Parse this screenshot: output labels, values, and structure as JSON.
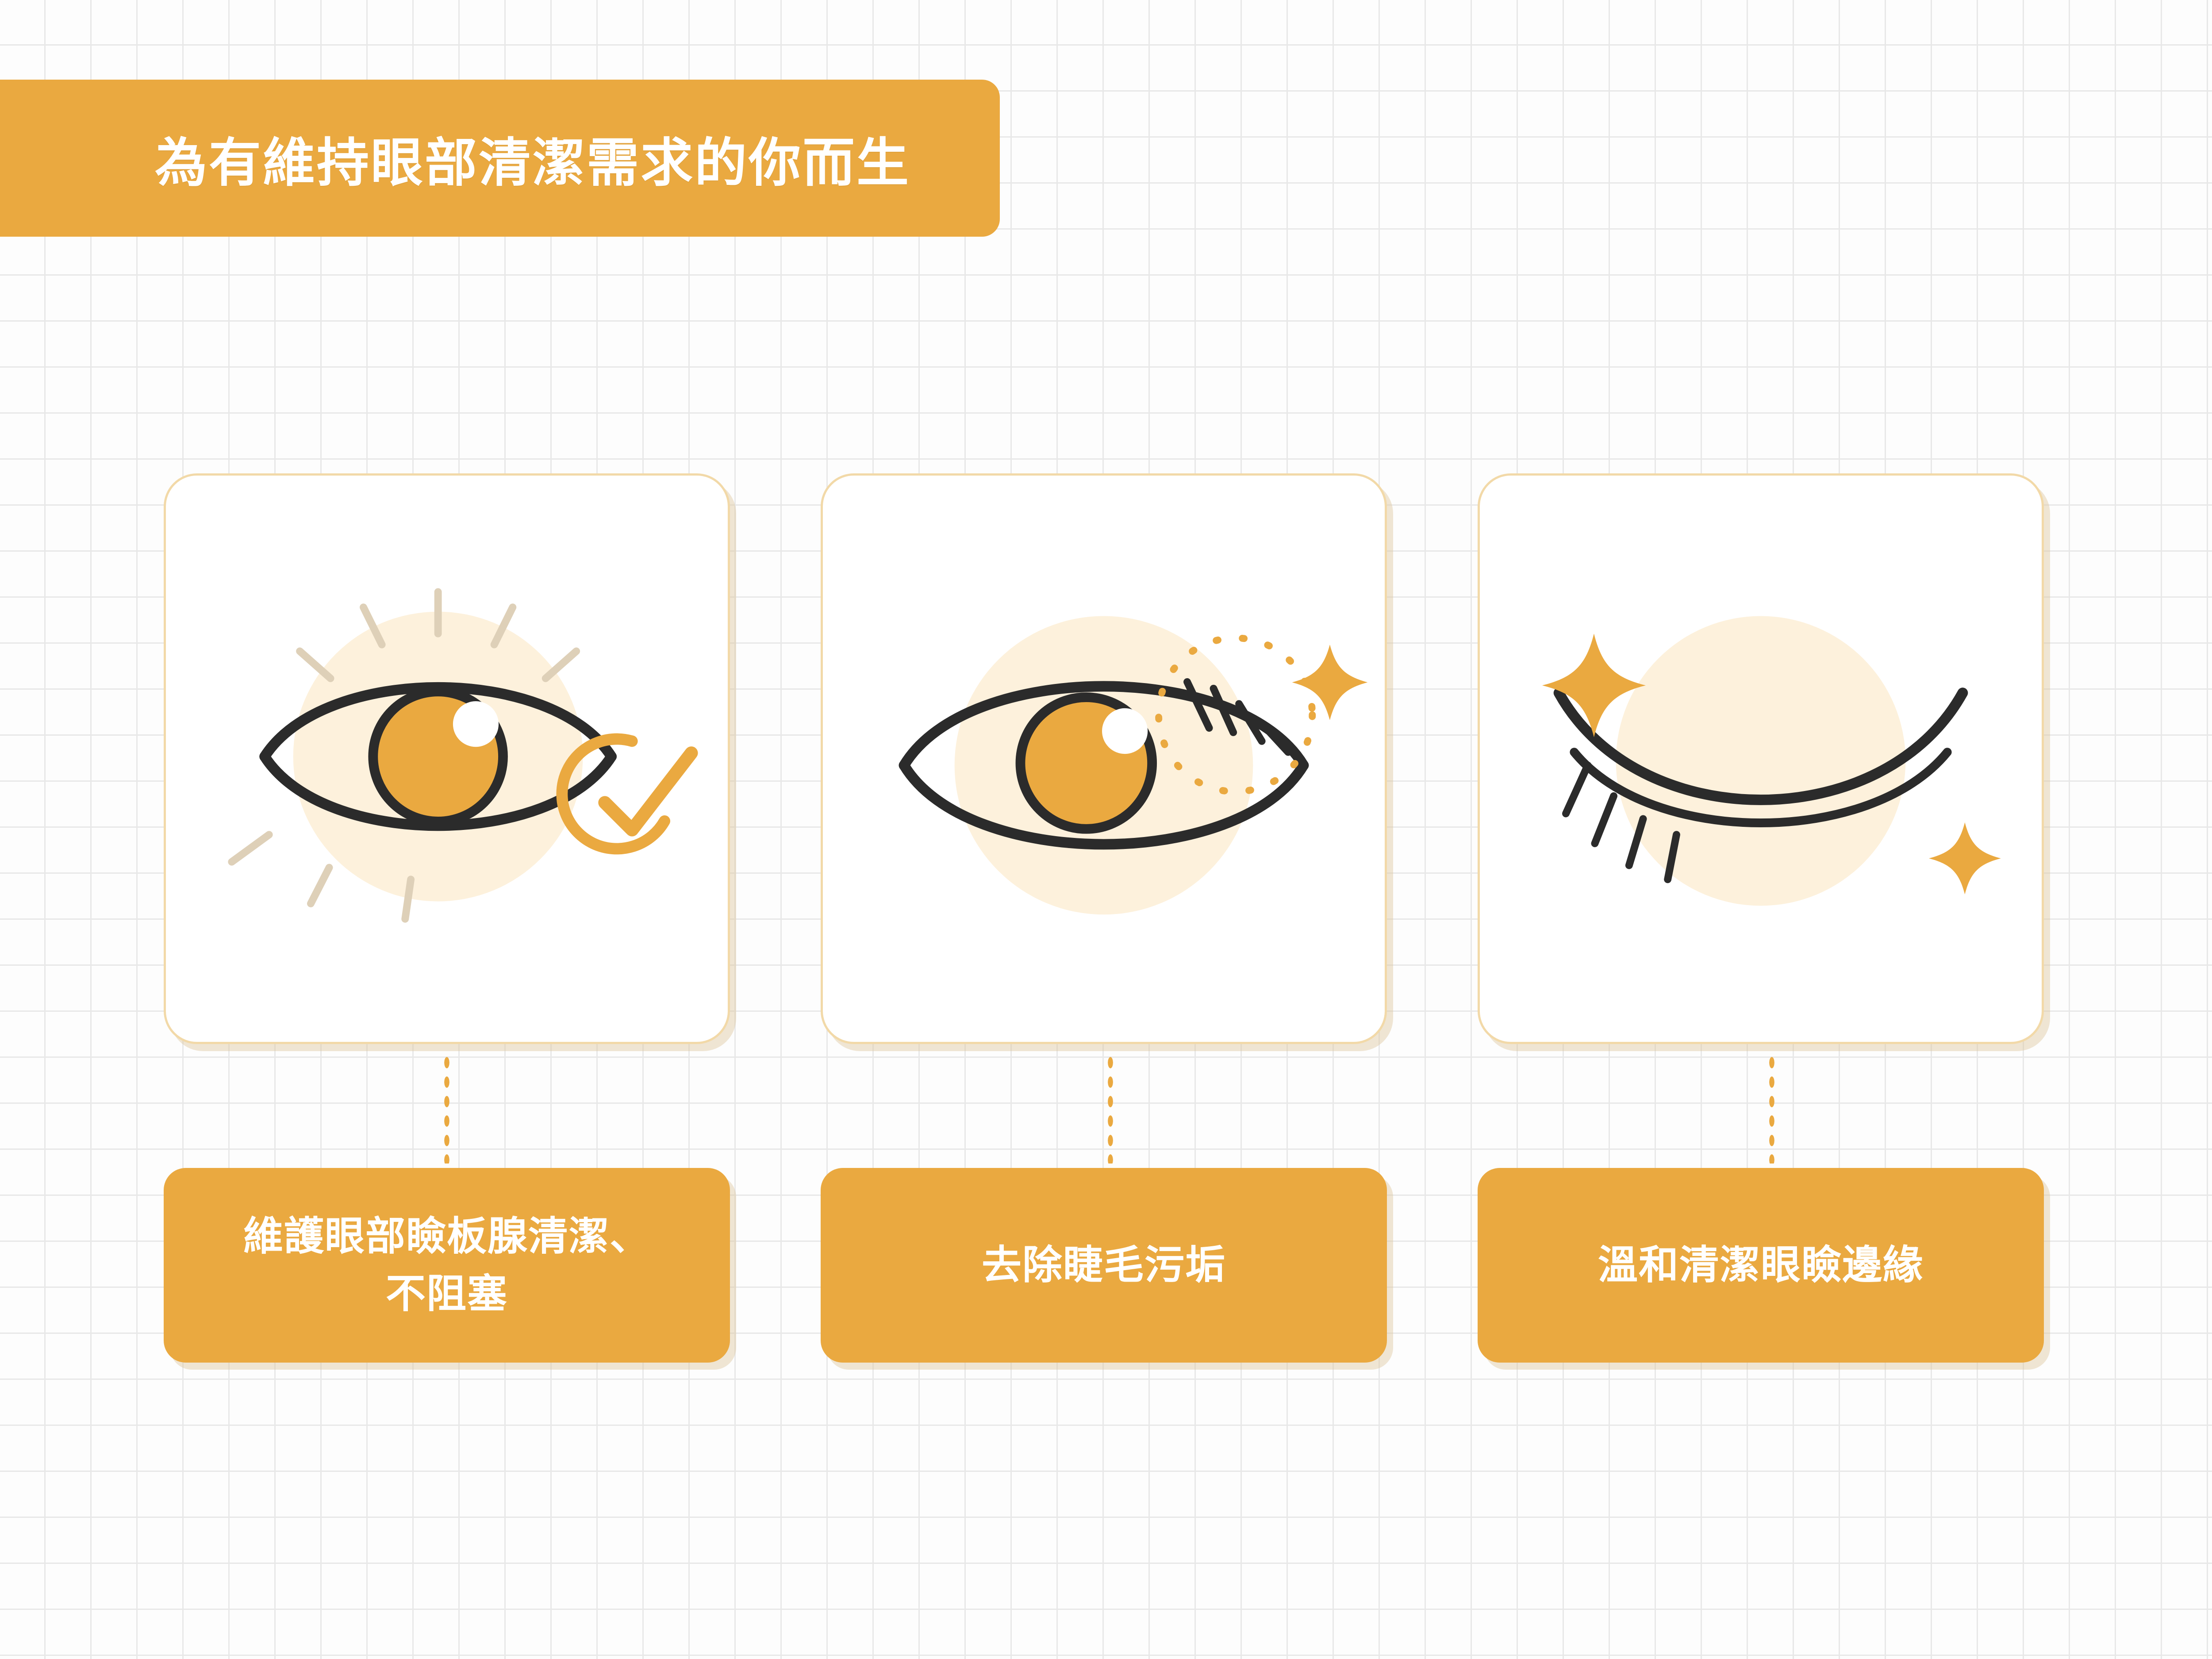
{
  "header": {
    "title": "為有維持眼部清潔需求的你而生",
    "banner_color": "#eaa940"
  },
  "theme": {
    "accent": "#eaa940",
    "accent_light": "#fdf1dc",
    "outline_dark": "#2b2b2b",
    "card_border": "#f2d9a8",
    "grid_line": "#e8e8e8",
    "shadow": "#ddc7a0",
    "white": "#ffffff"
  },
  "cards": [
    {
      "id": "card-1",
      "icon_name": "open-eye-with-check-icon",
      "icon_parts": [
        "eye-outline",
        "iris-filled",
        "radiating-lashes",
        "check-circle-badge"
      ],
      "caption": "維護眼部瞼板腺清潔、\n不阻塞",
      "caption_lines": [
        "維護眼部瞼板腺清潔、",
        "不阻塞"
      ]
    },
    {
      "id": "card-2",
      "icon_name": "eye-with-lash-cleaning-icon",
      "icon_parts": [
        "eye-outline",
        "iris-filled",
        "upper-lashes",
        "dotted-circle-highlight",
        "sparkle"
      ],
      "caption": "去除睫毛污垢",
      "caption_lines": [
        "去除睫毛污垢"
      ]
    },
    {
      "id": "card-3",
      "icon_name": "closed-eye-sparkle-icon",
      "icon_parts": [
        "closed-eye-outline",
        "lower-lashes",
        "sparkle-large",
        "sparkle-small"
      ],
      "caption": "溫和清潔眼瞼邊緣",
      "caption_lines": [
        "溫和清潔眼瞼邊緣"
      ]
    }
  ],
  "connectors": [
    {
      "id": "conn-1",
      "style": "dotted-vertical"
    },
    {
      "id": "conn-2",
      "style": "dotted-vertical"
    },
    {
      "id": "conn-3",
      "style": "dotted-vertical"
    }
  ]
}
